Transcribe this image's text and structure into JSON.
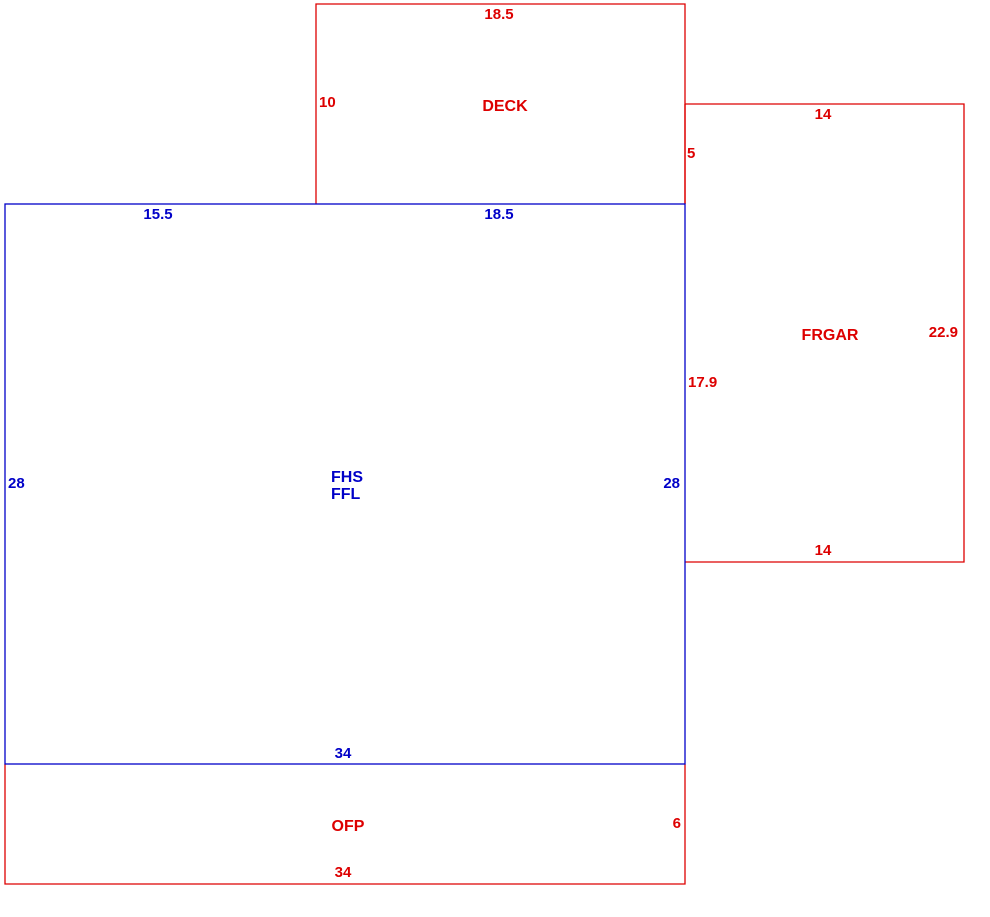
{
  "colors": {
    "main": "#0000c8",
    "secondary": "#dd0000"
  },
  "areas": {
    "deck": {
      "name": "DECK",
      "top": "18.5",
      "left": "10",
      "right": "5"
    },
    "frgar": {
      "name": "FRGAR",
      "top": "14",
      "bottom": "14",
      "right": "22.9",
      "left": "17.9"
    },
    "fhs": {
      "name_line1": "FHS",
      "name_line2": "FFL",
      "top_left": "15.5",
      "top_right": "18.5",
      "left": "28",
      "right": "28",
      "bottom": "34"
    },
    "ofp": {
      "name": "OFP",
      "right": "6",
      "bottom": "34"
    }
  }
}
